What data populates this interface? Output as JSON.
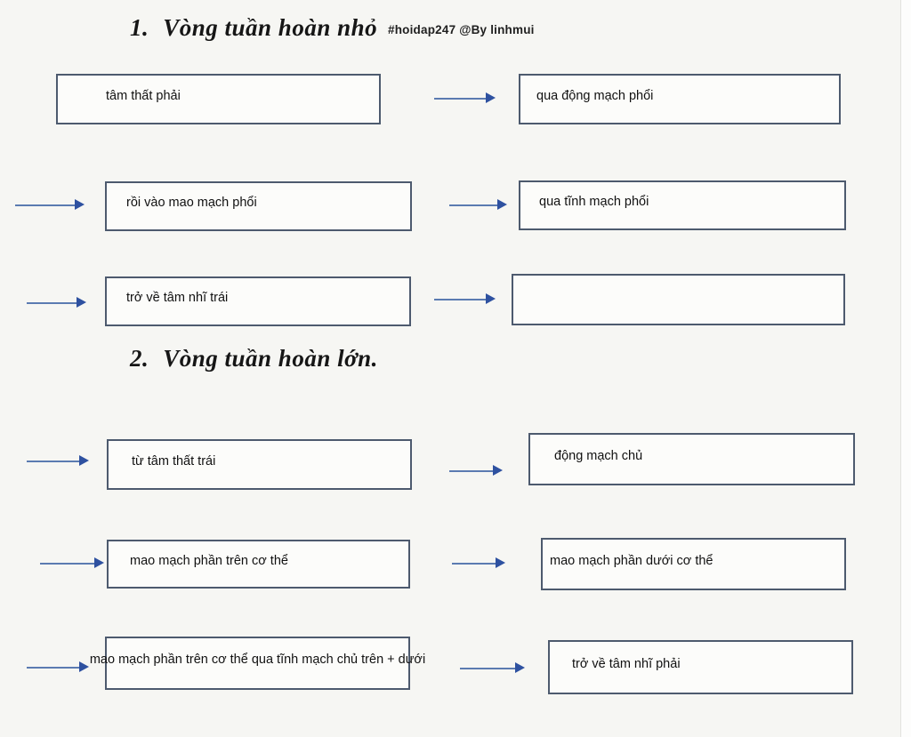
{
  "sections": [
    {
      "number": "1.",
      "title": "Vòng tuần hoàn nhỏ"
    },
    {
      "number": "2.",
      "title": "Vòng tuần hoàn lớn."
    }
  ],
  "watermark": "#hoidap247 @By linhmui",
  "boxes": {
    "r1_left": "tâm thất phải",
    "r1_right": "qua động mạch phổi",
    "r2_left": "rồi vào mao mạch phổi",
    "r2_right": "qua tĩnh mạch phổi",
    "r3_left": "trở về tâm nhĩ trái",
    "r3_right": "",
    "r4_left": "từ tâm thất trái",
    "r4_right": "động mạch chủ",
    "r5_left": "mao mạch phần trên cơ thể",
    "r5_right": "mao mạch phần dưới cơ thể",
    "r6_left": "mao mạch phần trên cơ thể qua tĩnh mạch chủ trên + dưới",
    "r6_right": "trở về tâm nhĩ phải"
  },
  "colors": {
    "background": "#f6f6f3",
    "box_border": "#4d5a6e",
    "arrow_shaft": "#5b7bb1",
    "arrow_head": "#2e51a0",
    "text": "#111111"
  }
}
